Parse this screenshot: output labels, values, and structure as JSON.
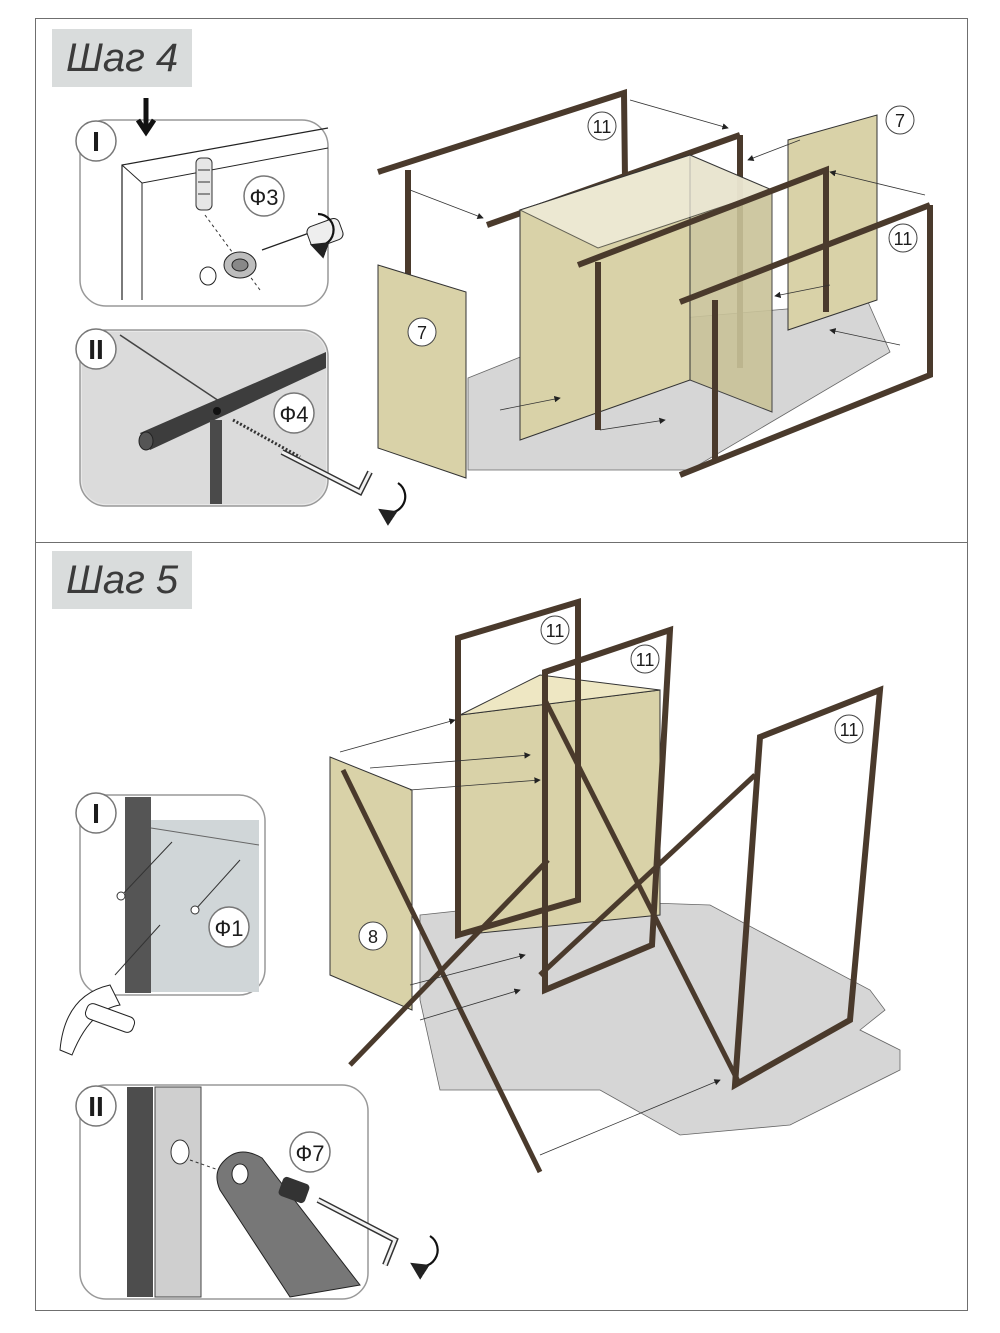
{
  "steps": [
    {
      "title": "Шаг 4",
      "details": [
        {
          "roman": "I",
          "part": "Ф3"
        },
        {
          "roman": "II",
          "part": "Ф4"
        }
      ],
      "callouts": [
        "11",
        "7",
        "11",
        "7"
      ]
    },
    {
      "title": "Шаг 5",
      "details": [
        {
          "roman": "I",
          "part": "Ф1"
        },
        {
          "roman": "II",
          "part": "Ф7"
        }
      ],
      "callouts": [
        "11",
        "11",
        "11",
        "8"
      ]
    }
  ],
  "colors": {
    "frame": "#5a4636",
    "panel": "#d9d2a8",
    "floor": "#d2d2d2",
    "title_bg": "#d9dcdc"
  }
}
